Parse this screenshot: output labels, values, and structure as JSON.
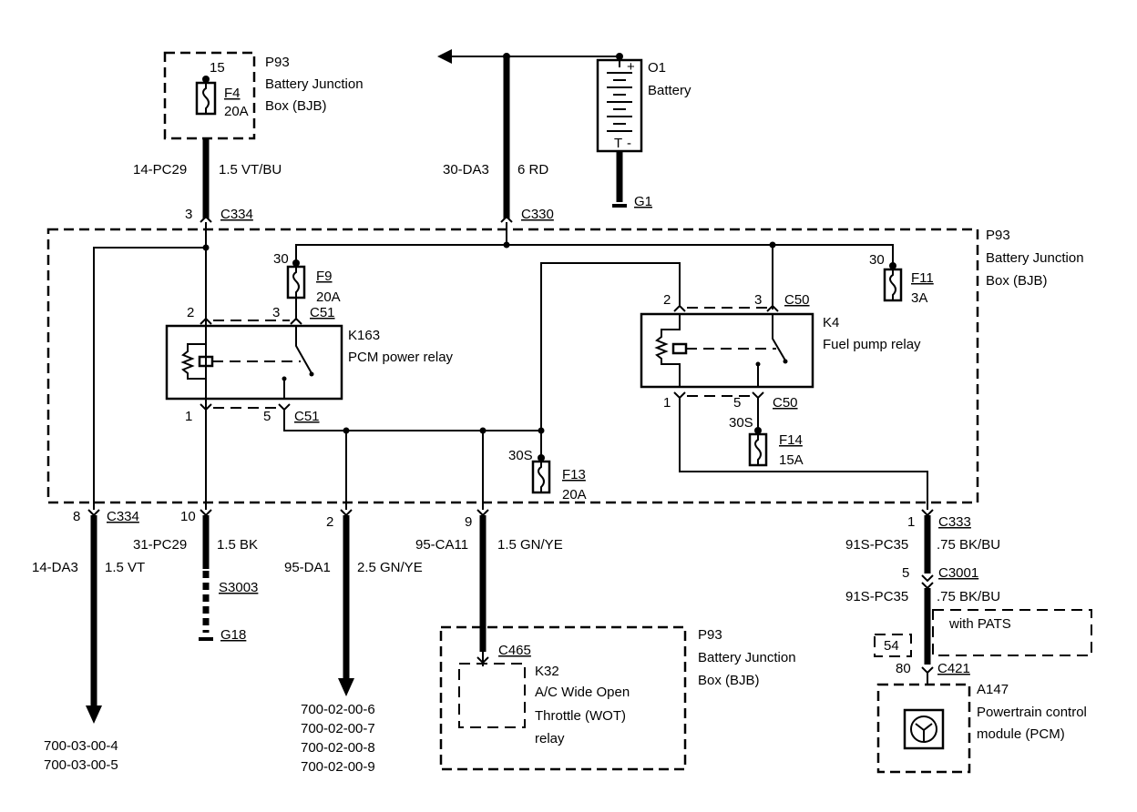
{
  "top_left_bjb": {
    "ref": "P93",
    "line1": "Battery Junction",
    "line2": "Box (BJB)",
    "pin": "15",
    "fuse": "F4",
    "rating": "20A"
  },
  "wire_pc29_top": {
    "code": "14-PC29",
    "spec": "1.5 VT/BU"
  },
  "wire_da3_top": {
    "code": "30-DA3",
    "spec": "6 RD"
  },
  "battery": {
    "ref": "O1",
    "name": "Battery",
    "pos": "+",
    "neg": "-",
    "t": "T"
  },
  "ground_g1": "G1",
  "main_bjb": {
    "ref": "P93",
    "line1": "Battery Junction",
    "line2": "Box (BJB)"
  },
  "connectors": {
    "c334_top_pin": "3",
    "c334_top": "C334",
    "c330": "C330",
    "f9_pin": "30",
    "f9": "F9",
    "f9_rating": "20A",
    "f11_pin": "30",
    "f11": "F11",
    "f11_rating": "3A",
    "k163_pin2": "2",
    "k163_pin3": "3",
    "c51_top": "C51",
    "k163_ref": "K163",
    "k163_name": "PCM power relay",
    "k163_pin1": "1",
    "k163_pin5": "5",
    "c51_bot": "C51",
    "k4_pin2": "2",
    "k4_pin3": "3",
    "c50_top": "C50",
    "k4_ref": "K4",
    "k4_name": "Fuel pump relay",
    "k4_pin1": "1",
    "k4_pin5": "5",
    "c50_bot": "C50",
    "f14_pin": "30S",
    "f14": "F14",
    "f14_rating": "15A",
    "f13_pin": "30S",
    "f13": "F13",
    "f13_rating": "20A"
  },
  "bottom": {
    "pin8": "8",
    "c334": "C334",
    "pin10": "10",
    "da3_code": "14-DA3",
    "da3_spec": "1.5 VT",
    "pc29_code": "31-PC29",
    "pc29_spec": "1.5 BK",
    "s3003": "S3003",
    "g18": "G18",
    "pin2": "2",
    "da1_code": "95-DA1",
    "da1_spec": "2.5 GN/YE",
    "pin9": "9",
    "ca11_code": "95-CA11",
    "ca11_spec": "1.5 GN/YE",
    "pin1": "1",
    "c333": "C333",
    "pc35_code1": "91S-PC35",
    "pc35_spec1": ".75 BK/BU",
    "pin5": "5",
    "c3001": "C3001",
    "pc35_code2": "91S-PC35",
    "pc35_spec2": ".75 BK/BU",
    "with_pats": "with PATS",
    "pin54": "54",
    "pin80": "80",
    "c421": "C421",
    "pcm_ref": "A147",
    "pcm_line1": "Powertrain control",
    "pcm_line2": "module (PCM)",
    "bjb3_ref": "P93",
    "bjb3_line1": "Battery Junction",
    "bjb3_line2": "Box (BJB)",
    "c465": "C465",
    "k32_ref": "K32",
    "k32_line1": "A/C Wide Open",
    "k32_line2": "Throttle (WOT)",
    "k32_line3": "relay"
  },
  "refs_left": [
    "700-03-00-4",
    "700-03-00-5"
  ],
  "refs_mid": [
    "700-02-00-6",
    "700-02-00-7",
    "700-02-00-8",
    "700-02-00-9"
  ]
}
